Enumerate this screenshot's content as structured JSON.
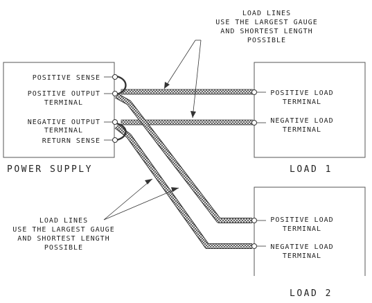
{
  "power_supply": {
    "title": "POWER SUPPLY",
    "terminals": {
      "positive_sense": "POSITIVE SENSE",
      "positive_output_line1": "POSITIVE OUTPUT",
      "positive_output_line2": "TERMINAL",
      "negative_output_line1": "NEGATIVE OUTPUT",
      "negative_output_line2": "TERMINAL",
      "return_sense": "RETURN SENSE"
    }
  },
  "load1": {
    "title": "LOAD 1",
    "positive_line1": "POSITIVE LOAD",
    "positive_line2": "TERMINAL",
    "negative_line1": "NEGATIVE LOAD",
    "negative_line2": "TERMINAL"
  },
  "load2": {
    "title": "LOAD 2",
    "positive_line1": "POSITIVE LOAD",
    "positive_line2": "TERMINAL",
    "negative_line1": "NEGATIVE LOAD",
    "negative_line2": "TERMINAL"
  },
  "note_top": {
    "line1": "LOAD LINES",
    "line2": "USE THE LARGEST GAUGE",
    "line3": "AND SHORTEST LENGTH",
    "line4": "POSSIBLE"
  },
  "note_bottom": {
    "line1": "LOAD LINES",
    "line2": "USE THE LARGEST GAUGE",
    "line3": "AND SHORTEST LENGTH",
    "line4": "POSSIBLE"
  },
  "colors": {
    "line": "#333333",
    "box": "#555555",
    "hatch": "#444444"
  }
}
